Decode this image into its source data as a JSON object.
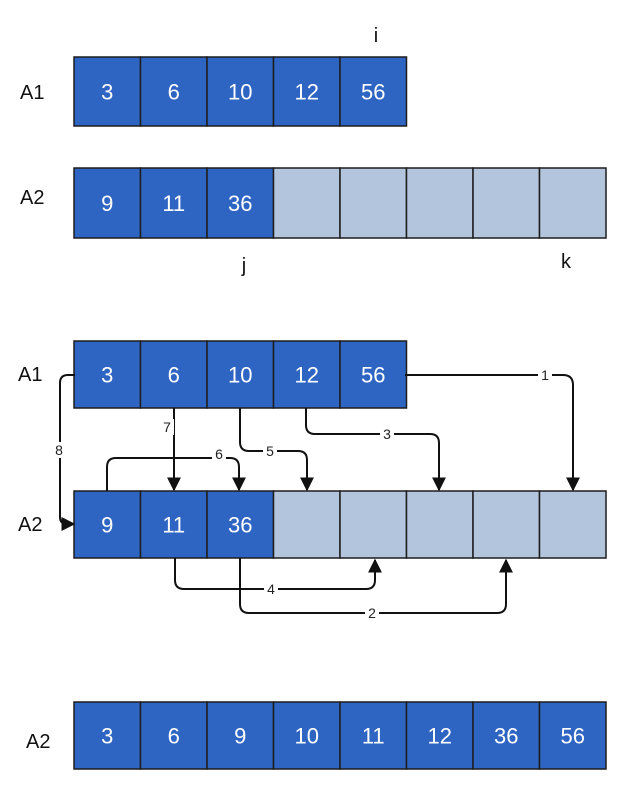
{
  "panel1": {
    "a1_label": "A1",
    "a2_label": "A2",
    "a1_values": [
      "3",
      "6",
      "10",
      "12",
      "56"
    ],
    "a2_values": [
      "9",
      "11",
      "36",
      "",
      "",
      "",
      "",
      ""
    ],
    "a2_filled_count": 3,
    "pointer_i": "i",
    "pointer_j": "j",
    "pointer_k": "k"
  },
  "panel2": {
    "a1_label": "A1",
    "a2_label": "A2",
    "a1_values": [
      "3",
      "6",
      "10",
      "12",
      "56"
    ],
    "a2_values": [
      "9",
      "11",
      "36",
      "",
      "",
      "",
      "",
      ""
    ],
    "a2_filled_count": 3,
    "steps": [
      "1",
      "2",
      "3",
      "4",
      "5",
      "6",
      "7",
      "8"
    ]
  },
  "panel3": {
    "a2_label": "A2",
    "a2_values": [
      "3",
      "6",
      "9",
      "10",
      "11",
      "12",
      "36",
      "56"
    ]
  },
  "colors": {
    "filled_cell": "#2e64c2",
    "empty_cell": "#b3c4dd",
    "arrow": "#111111"
  }
}
